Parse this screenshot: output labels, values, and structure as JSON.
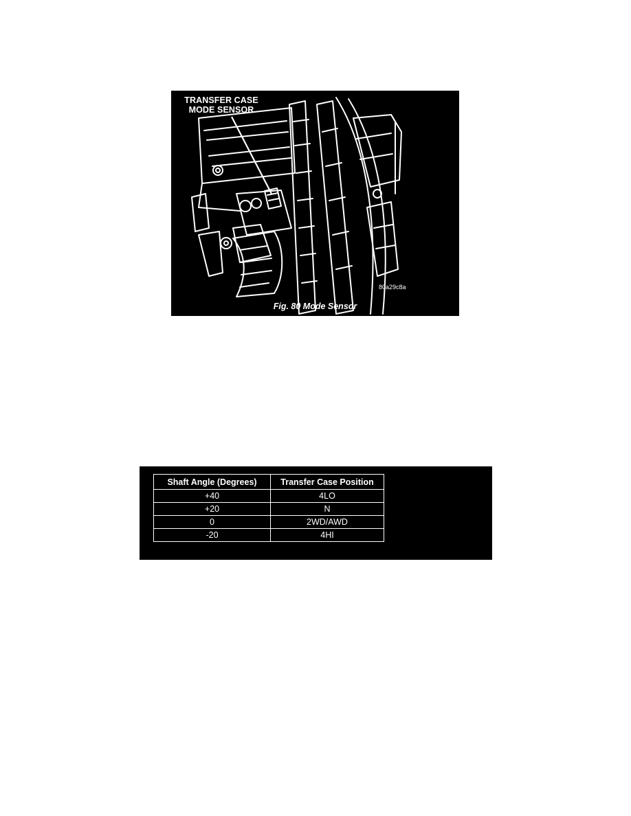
{
  "figure": {
    "callout_line1": "TRANSFER CASE",
    "callout_line2": "MODE SENSOR",
    "image_code": "80a29c8a",
    "caption": "Fig. 80 Mode Sensor"
  },
  "table": {
    "headers": [
      "Shaft Angle (Degrees)",
      "Transfer Case Position"
    ],
    "rows": [
      [
        "+40",
        "4LO"
      ],
      [
        "+20",
        "N"
      ],
      [
        "0",
        "2WD/AWD"
      ],
      [
        "-20",
        "4HI"
      ]
    ]
  }
}
